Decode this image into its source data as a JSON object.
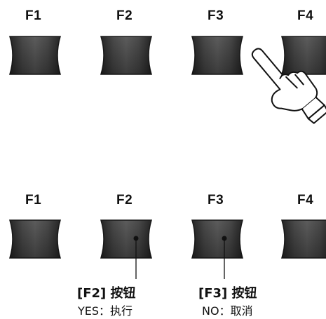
{
  "top_row": {
    "labels": [
      "F1",
      "F2",
      "F3",
      "F4"
    ]
  },
  "bottom_row": {
    "labels": [
      "F1",
      "F2",
      "F3",
      "F4"
    ]
  },
  "callouts": {
    "f2": {
      "title": "[F2] 按钮",
      "subtitle": "YES：执行"
    },
    "f3": {
      "title": "[F3] 按钮",
      "subtitle": "NO：取消"
    }
  },
  "icons": {
    "pointing_hand": "pointing-hand-icon"
  },
  "colors": {
    "button_dark": "#2b2b2b",
    "button_light": "#5a5a5a",
    "label_text": "#111111"
  }
}
